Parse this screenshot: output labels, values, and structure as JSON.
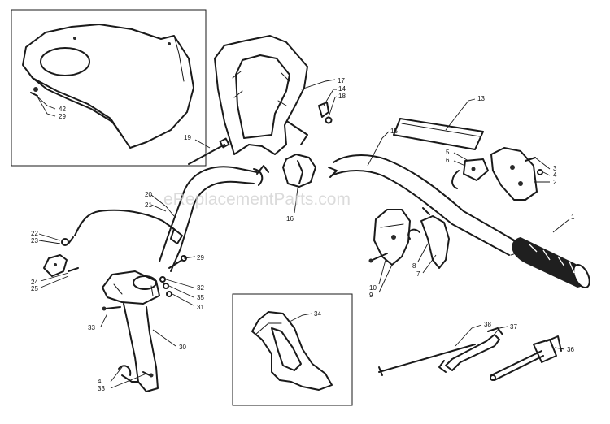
{
  "watermark": "eReplacementParts.com",
  "callouts": {
    "c1": "1",
    "c2": "2",
    "c3": "3",
    "c4": "4",
    "c4b": "4",
    "c5": "5",
    "c6": "6",
    "c7": "7",
    "c8": "8",
    "c9": "9",
    "c10": "10",
    "c13": "13",
    "c14": "14",
    "c15": "15",
    "c16": "16",
    "c17": "17",
    "c18": "18",
    "c19": "19",
    "c20": "20",
    "c21": "21",
    "c22": "22",
    "c23": "23",
    "c24": "24",
    "c25": "25",
    "c29": "29",
    "c29b": "29",
    "c30": "30",
    "c31": "31",
    "c32": "32",
    "c33": "33",
    "c33b": "33",
    "c34": "34",
    "c35": "35",
    "c36": "36",
    "c37": "37",
    "c38": "38",
    "c42": "42"
  },
  "colors": {
    "ink": "#1a1a1a",
    "watermark": "#cfcfcf",
    "background": "#ffffff"
  }
}
